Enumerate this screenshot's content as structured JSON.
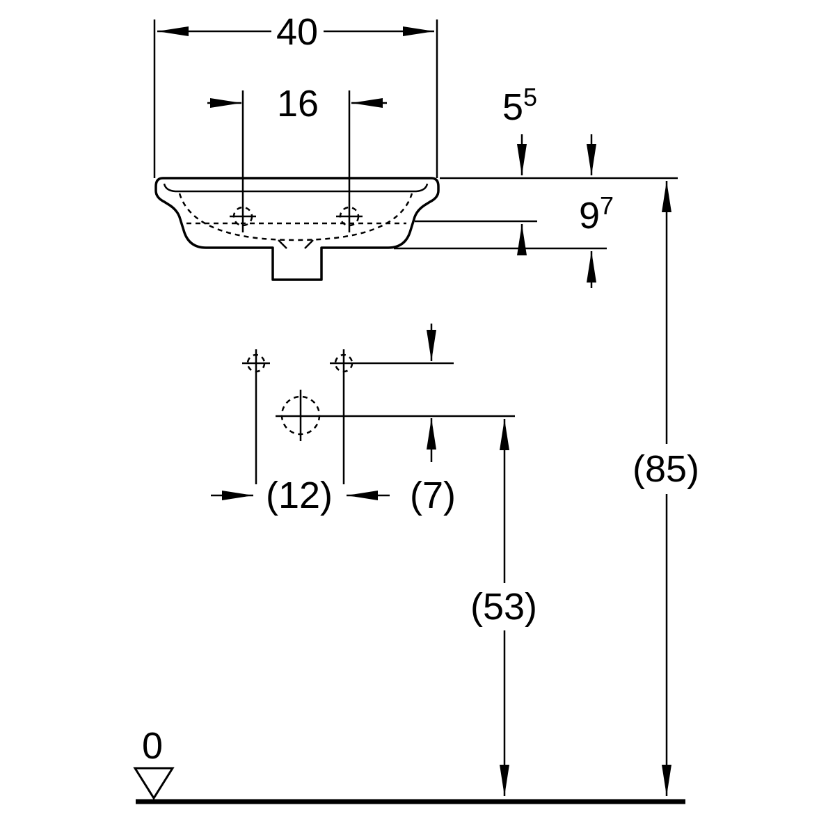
{
  "drawing": {
    "type": "technical-dimension-drawing",
    "subject": "hand-rinse washbasin: front view, tap/fixing hole plan and installation heights",
    "units": "cm",
    "line_color": "#000000",
    "background_color": "#ffffff",
    "labels": {
      "overall_width": "40",
      "tap_hole_distance": "16",
      "front_height_upper": {
        "base": "5",
        "sup": "5"
      },
      "front_height_total": {
        "base": "9",
        "sup": "7"
      },
      "fixing_hole_distance": "(12)",
      "hole_offset": "(7)",
      "installation_height_rim": "(85)",
      "installation_height_outlet": "(53)",
      "datum_level": "0"
    }
  }
}
